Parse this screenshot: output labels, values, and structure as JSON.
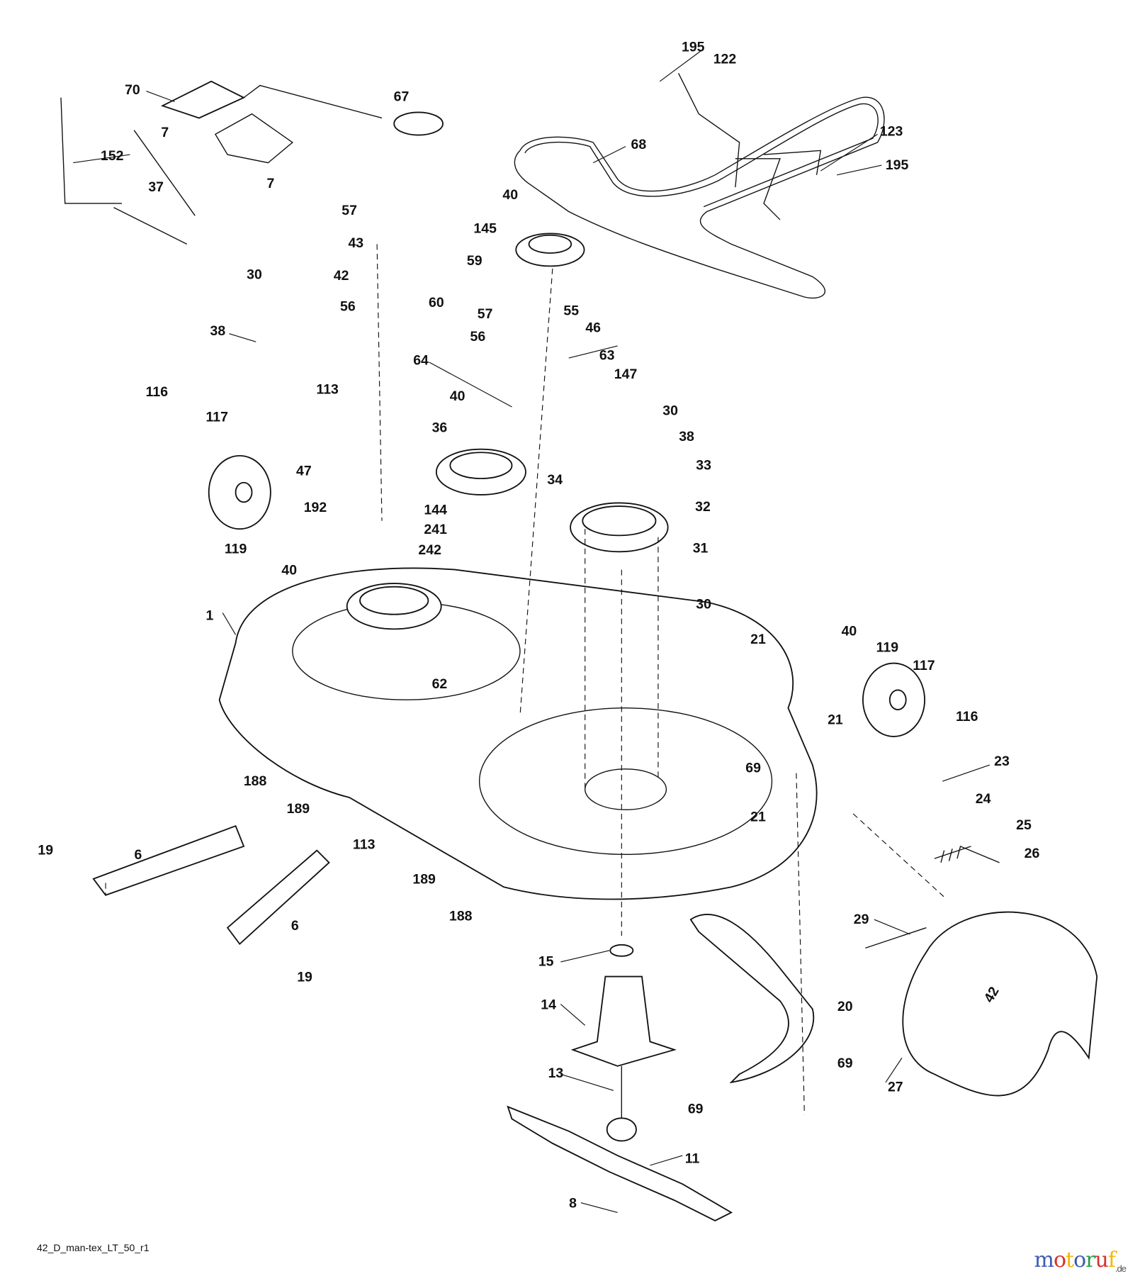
{
  "diagram": {
    "labels": [
      "195",
      "122",
      "123",
      "195",
      "68",
      "70",
      "67",
      "7",
      "7",
      "152",
      "37",
      "57",
      "43",
      "42",
      "56",
      "60",
      "30",
      "38",
      "40",
      "145",
      "59",
      "57",
      "55",
      "46",
      "56",
      "63",
      "64",
      "147",
      "30",
      "38",
      "40",
      "36",
      "113",
      "116",
      "117",
      "34",
      "33",
      "47",
      "192",
      "144",
      "32",
      "119",
      "40",
      "241",
      "242",
      "31",
      "30",
      "1",
      "21",
      "40",
      "119",
      "117",
      "62",
      "116",
      "21",
      "69",
      "23",
      "188",
      "189",
      "113",
      "24",
      "25",
      "21",
      "26",
      "19",
      "6",
      "189",
      "188",
      "6",
      "19",
      "29",
      "15",
      "14",
      "20",
      "13",
      "69",
      "69",
      "27",
      "11",
      "8"
    ],
    "cover_badge": "42",
    "footer_code": "42_D_man-tex_LT_50_r1"
  },
  "watermark": {
    "text": "motoruf",
    "suffix": ".de",
    "colors": [
      "#3b5bb5",
      "#d9302c",
      "#f2b705",
      "#3b5bb5",
      "#2e9e4a",
      "#d9302c",
      "#f2b705"
    ]
  }
}
